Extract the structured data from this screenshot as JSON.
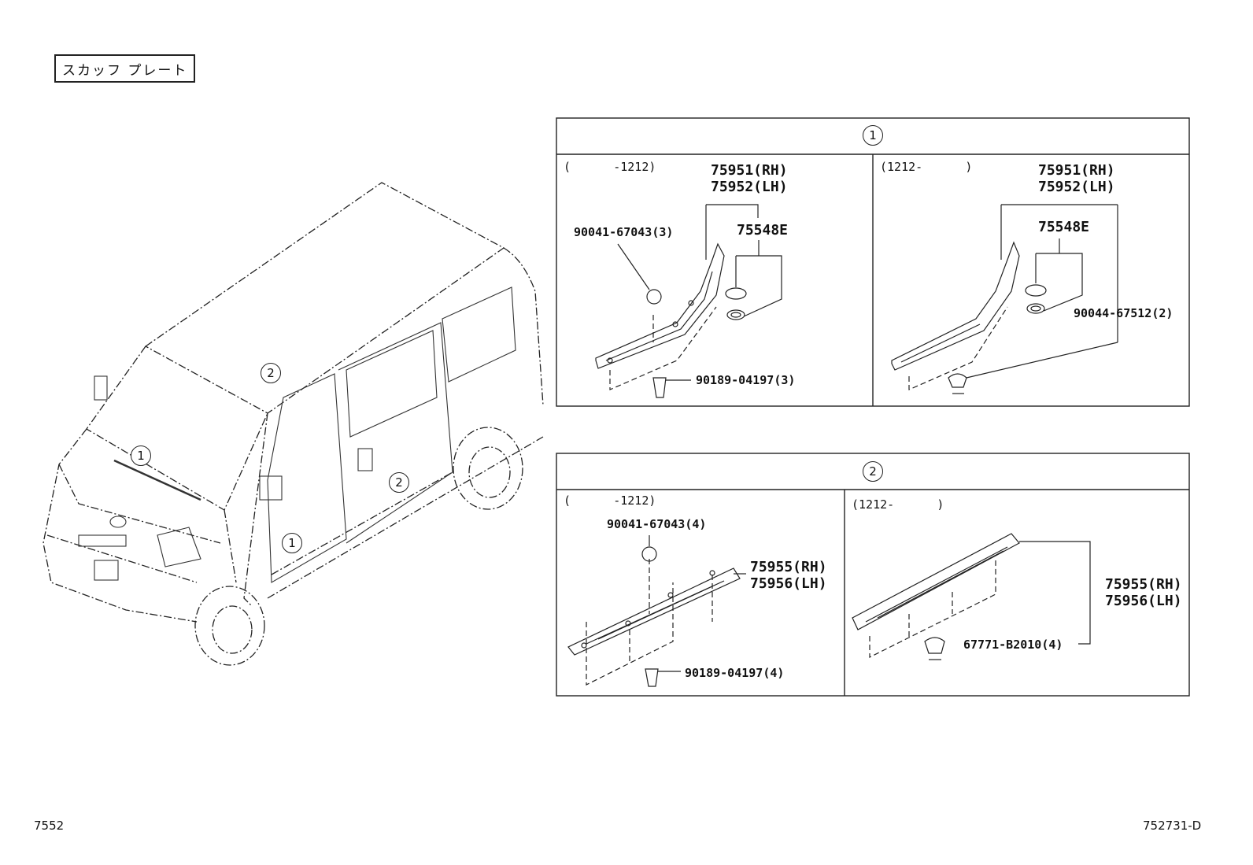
{
  "page": {
    "title": "スカッフ プレート",
    "footer_left": "7552",
    "footer_right": "752731-D"
  },
  "van_callouts": [
    "2",
    "1",
    "2",
    "1"
  ],
  "panel1": {
    "header": "1",
    "left": {
      "range": "(      -1212)",
      "part_top_rh": "75951(RH)",
      "part_top_lh": "75952(LH)",
      "part_cap": "75548E",
      "part_screw": "90041-67043(3)",
      "part_clip": "90189-04197(3)"
    },
    "right": {
      "range": "(1212-      )",
      "part_top_rh": "75951(RH)",
      "part_top_lh": "75952(LH)",
      "part_cap": "75548E",
      "part_clip": "90044-67512(2)"
    }
  },
  "panel2": {
    "header": "2",
    "left": {
      "range": "(      -1212)",
      "part_screw": "90041-67043(4)",
      "part_rh": "75955(RH)",
      "part_lh": "75956(LH)",
      "part_clip": "90189-04197(4)"
    },
    "right": {
      "range": "(1212-      )",
      "part_rh": "75955(RH)",
      "part_lh": "75956(LH)",
      "part_clip": "67771-B2010(4)"
    }
  }
}
